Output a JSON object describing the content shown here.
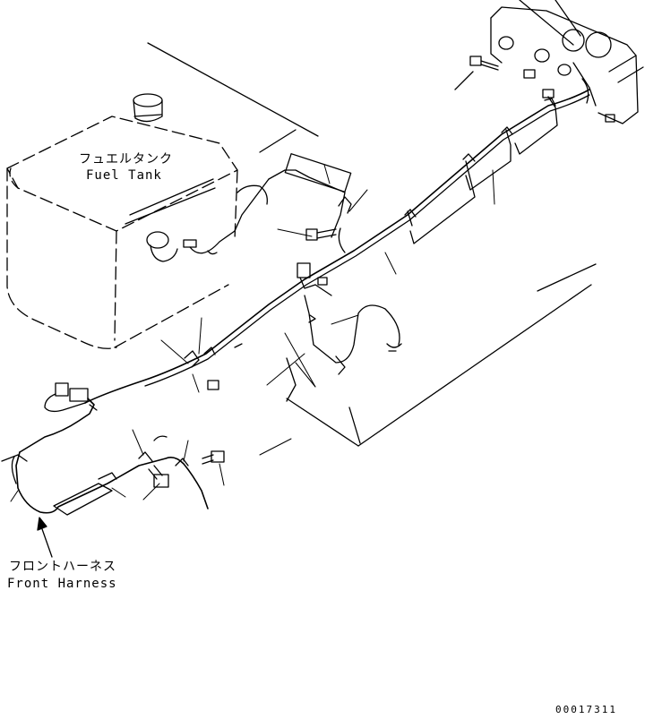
{
  "labels": {
    "fuel_tank_ja": "フュエルタンク",
    "fuel_tank_en": "Fuel Tank",
    "front_harness_ja": "フロントハーネス",
    "front_harness_en": "Front Harness",
    "drawing_number": "00017311"
  },
  "colors": {
    "line": "#000000",
    "background": "#ffffff"
  }
}
